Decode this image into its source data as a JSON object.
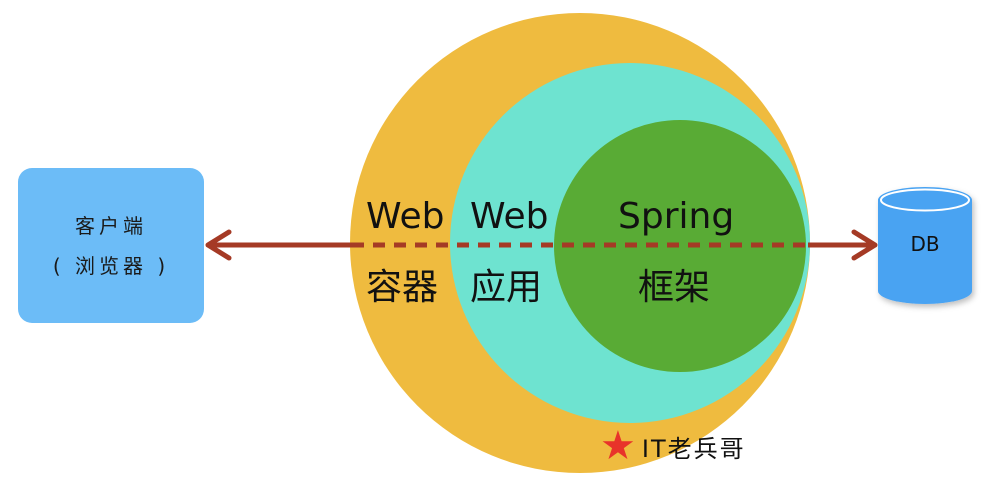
{
  "client": {
    "line1": "客户端",
    "line2": "( 浏览器 )"
  },
  "layers": {
    "container": {
      "line1": "Web",
      "line2": "容器"
    },
    "application": {
      "line1": "Web",
      "line2": "应用"
    },
    "framework": {
      "line1": "Spring",
      "line2": "框架"
    }
  },
  "database": {
    "label": "DB"
  },
  "watermark": {
    "text": "IT老兵哥"
  },
  "colors": {
    "container": "#efbb3f",
    "application": "#6ee3d0",
    "framework": "#59ab35",
    "arrow": "#a53a25",
    "client": "#6cbcf7",
    "database": "#4aa3f2"
  }
}
